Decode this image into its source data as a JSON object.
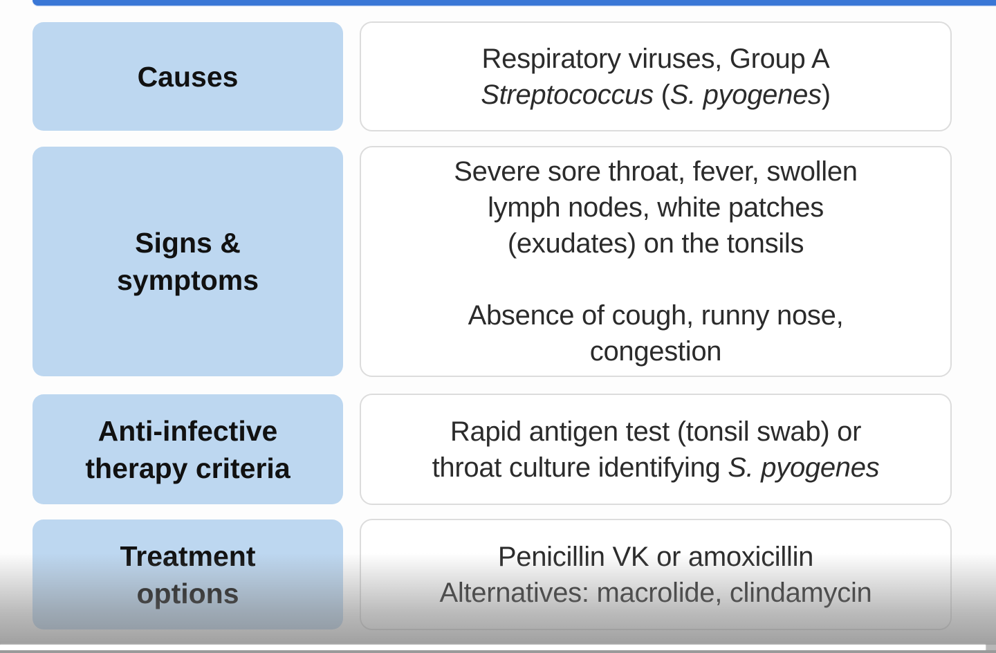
{
  "colors": {
    "top_bar": "#3a77d6",
    "label_bg": "#bdd7f0",
    "content_bg": "#ffffff",
    "content_border": "#dcdcdc",
    "progress": "#ffffff"
  },
  "table": {
    "rows": [
      {
        "label": "Causes",
        "content_lines": [
          {
            "parts": [
              {
                "text": "Respiratory viruses, Group A",
                "italic": false
              }
            ]
          },
          {
            "parts": [
              {
                "text": "Streptococcus",
                "italic": true
              },
              {
                "text": " (",
                "italic": false
              },
              {
                "text": "S. pyogenes",
                "italic": true
              },
              {
                "text": ")",
                "italic": false
              }
            ]
          }
        ]
      },
      {
        "label_lines": [
          "Signs &",
          "symptoms"
        ],
        "label": "Signs & symptoms",
        "content_lines": [
          {
            "parts": [
              {
                "text": "Severe sore throat, fever, swollen",
                "italic": false
              }
            ]
          },
          {
            "parts": [
              {
                "text": "lymph nodes, white patches",
                "italic": false
              }
            ]
          },
          {
            "parts": [
              {
                "text": "(exudates) on the tonsils",
                "italic": false
              }
            ]
          },
          {
            "gap": true
          },
          {
            "parts": [
              {
                "text": "Absence of cough, runny nose,",
                "italic": false
              }
            ]
          },
          {
            "parts": [
              {
                "text": "congestion",
                "italic": false
              }
            ]
          }
        ]
      },
      {
        "label_lines": [
          "Anti-infective",
          "therapy criteria"
        ],
        "label": "Anti-infective therapy criteria",
        "content_lines": [
          {
            "parts": [
              {
                "text": "Rapid antigen test (tonsil swab) or",
                "italic": false
              }
            ]
          },
          {
            "parts": [
              {
                "text": "throat culture identifying ",
                "italic": false
              },
              {
                "text": "S. pyogenes",
                "italic": true
              }
            ]
          }
        ]
      },
      {
        "label_lines": [
          "Treatment",
          "options"
        ],
        "label": "Treatment options",
        "content_lines": [
          {
            "parts": [
              {
                "text": "Penicillin VK or amoxicillin",
                "italic": false
              }
            ]
          },
          {
            "parts": [
              {
                "text": "Alternatives: macrolide, clindamycin",
                "italic": false
              }
            ]
          }
        ]
      }
    ]
  },
  "player": {
    "progress_percent": 99
  }
}
